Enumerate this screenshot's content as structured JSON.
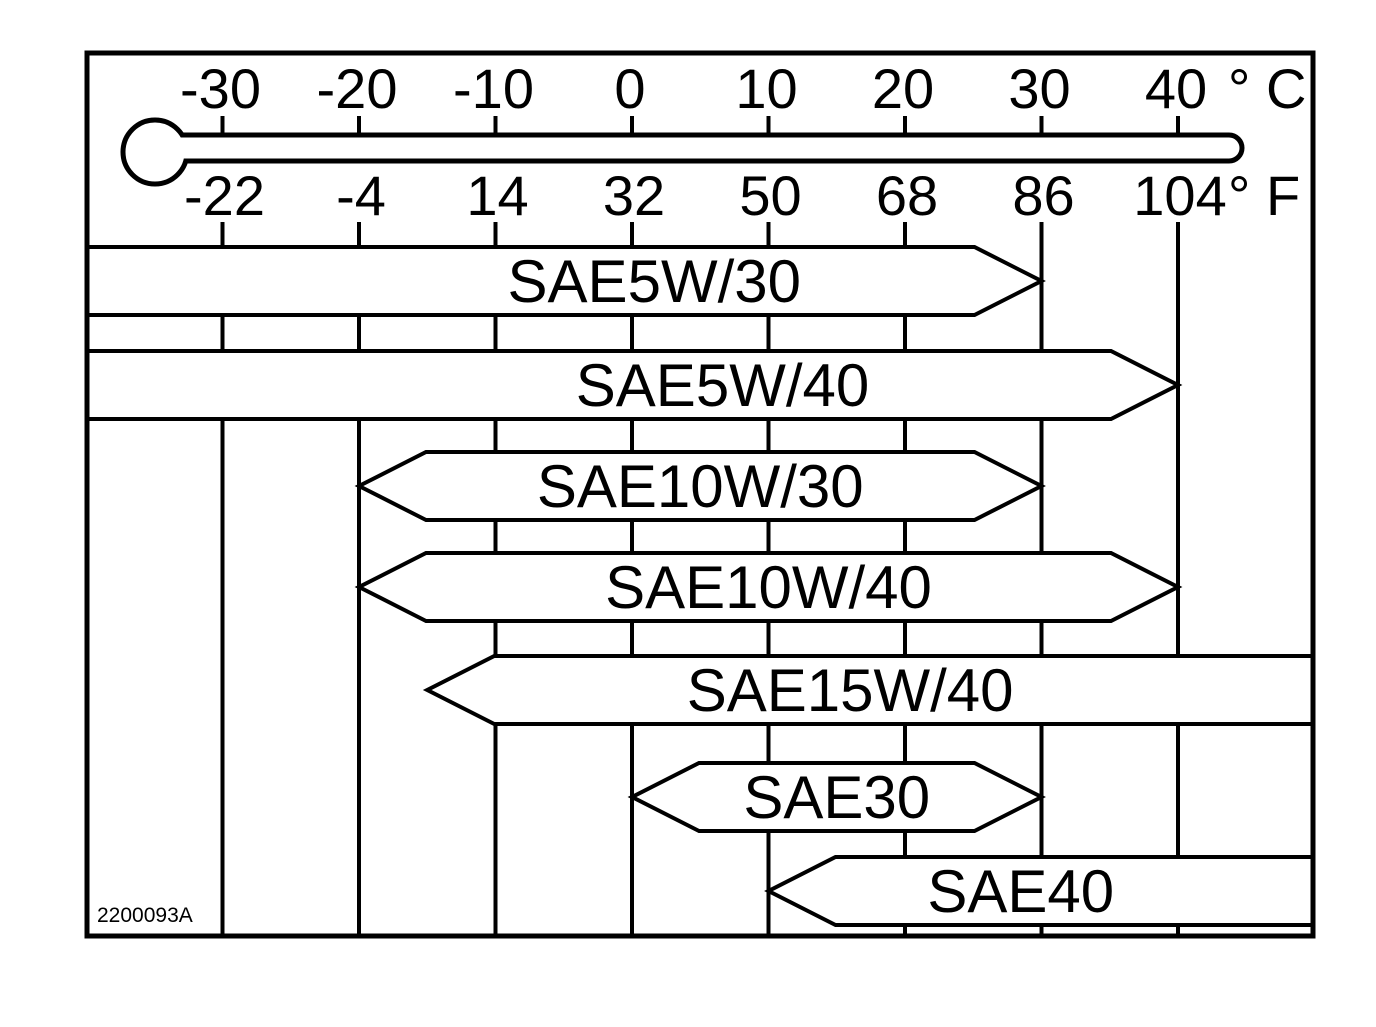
{
  "figure_id": "2200093A",
  "thermometer": {
    "celsius_unit": "° C",
    "fahrenheit_unit": "° F",
    "celsius_ticks": [
      "-30",
      "-20",
      "-10",
      "0",
      "10",
      "20",
      "30",
      "40"
    ],
    "fahrenheit_ticks": [
      "-22",
      "-4",
      "14",
      "32",
      "50",
      "68",
      "86",
      "104"
    ]
  },
  "chart_data": {
    "type": "range-bar",
    "unit": "°C",
    "xlim": [
      -40,
      50
    ],
    "series": [
      {
        "name": "SAE5W/30",
        "min": null,
        "max": 30,
        "open_left": true,
        "open_right": false
      },
      {
        "name": "SAE5W/40",
        "min": null,
        "max": 40,
        "open_left": true,
        "open_right": false
      },
      {
        "name": "SAE10W/30",
        "min": -20,
        "max": 30,
        "open_left": false,
        "open_right": false
      },
      {
        "name": "SAE10W/40",
        "min": -20,
        "max": 40,
        "open_left": false,
        "open_right": false
      },
      {
        "name": "SAE15W/40",
        "min": -15,
        "max": null,
        "open_left": false,
        "open_right": true
      },
      {
        "name": "SAE30",
        "min": 0,
        "max": 30,
        "open_left": false,
        "open_right": false
      },
      {
        "name": "SAE40",
        "min": 10,
        "max": null,
        "open_left": false,
        "open_right": true
      }
    ]
  }
}
